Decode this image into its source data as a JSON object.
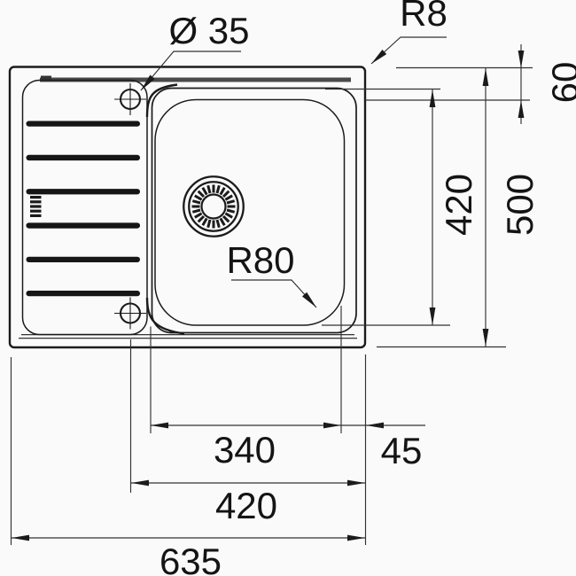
{
  "document": {
    "type": "technical dimension drawing",
    "subject": "kitchen sink with drainboard, top view"
  },
  "annotations": {
    "tap_hole_diameter": "Ø 35",
    "rim_corner_radius": "R8",
    "bowl_corner_radius": "R80",
    "edge_to_bowl_offset": "60",
    "bowl_cutout_length": "420",
    "overall_depth": "500",
    "bowl_inner_width": "340",
    "bowl_to_edge_gap": "45",
    "bowl_section_width": "420",
    "overall_width": "635"
  },
  "dimensions_mm": [
    {
      "name": "overall width",
      "value": 635
    },
    {
      "name": "overall depth",
      "value": 500
    },
    {
      "name": "bowl inner width",
      "value": 340
    },
    {
      "name": "bowl cutout length",
      "value": 420
    },
    {
      "name": "bowl to right edge gap",
      "value": 45
    },
    {
      "name": "top edge to bowl offset",
      "value": 60
    },
    {
      "name": "bowl section width",
      "value": 420
    },
    {
      "name": "tap hole diameter",
      "value": 35
    },
    {
      "name": "rim corner radius",
      "value": 8
    },
    {
      "name": "bowl corner radius",
      "value": 80
    }
  ],
  "colors": {
    "line": "#1b1b1b",
    "dimension_line": "#333333",
    "edge_shadow": "#4a4a4a",
    "background": "#fafafa"
  }
}
